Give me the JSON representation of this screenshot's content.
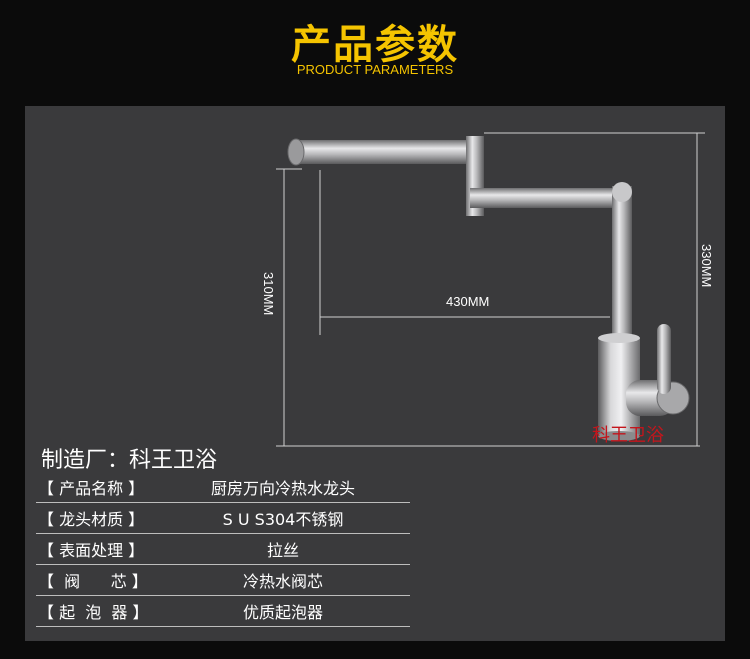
{
  "header": {
    "title_cn": "产品参数",
    "title_en": "PRODUCT PARAMETERS"
  },
  "product_image": {
    "dimension_height_left": "310MM",
    "dimension_width": "430MM",
    "dimension_height_right": "330MM",
    "watermark": "科王卫浴"
  },
  "manufacturer": "制造厂：科王卫浴",
  "specs": [
    {
      "label": "【 产品名称 】",
      "value": "厨房万向冷热水龙头"
    },
    {
      "label": "【 龙头材质 】",
      "value": "S U S304不锈钢"
    },
    {
      "label": "【 表面处理 】",
      "value": "拉丝"
    },
    {
      "label": "【  阀      芯 】",
      "value": "冷热水阀芯"
    },
    {
      "label": "【 起  泡  器 】",
      "value": "优质起泡器"
    }
  ],
  "colors": {
    "accent": "#f5c400",
    "panel": "#3a3a3c",
    "background": "#0b0b0b",
    "watermark": "#c4151c"
  }
}
